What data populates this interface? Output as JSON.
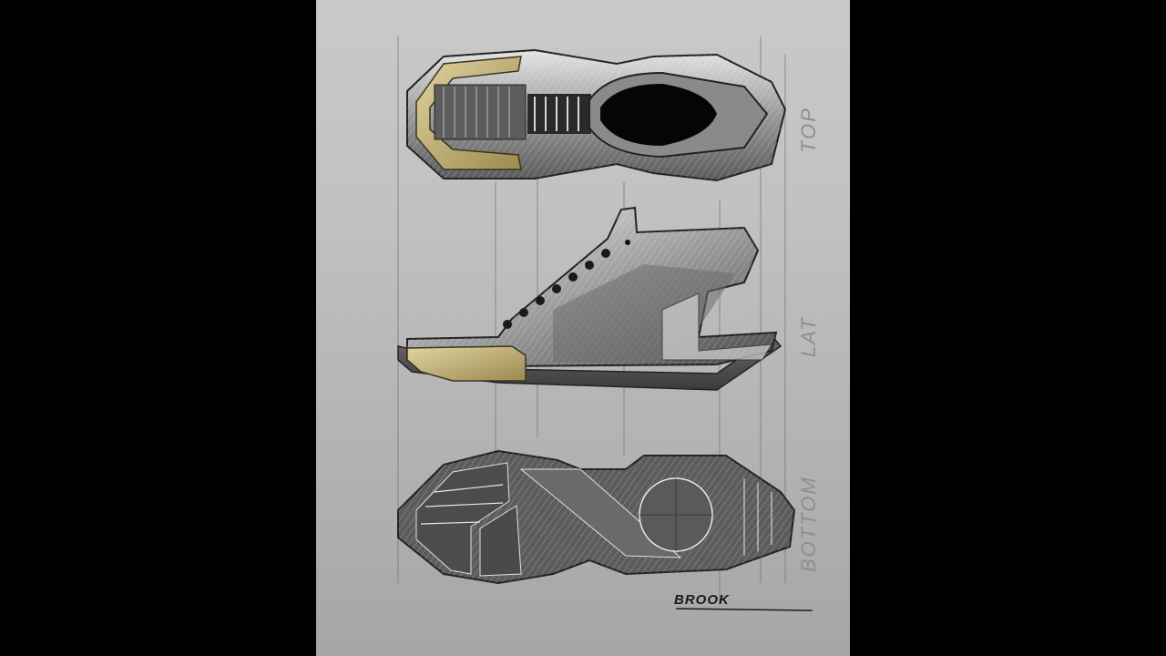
{
  "artwork": {
    "subject": "Footwear design sketch - orthographic views",
    "background_color": "#000000",
    "paper_color": "#c4c4c4",
    "accent_color": "#b8a874",
    "views": [
      {
        "id": "top",
        "label": "TOP"
      },
      {
        "id": "lateral",
        "label": "LAT"
      },
      {
        "id": "bottom",
        "label": "BOTTOM"
      }
    ],
    "signature": "BROOK"
  }
}
